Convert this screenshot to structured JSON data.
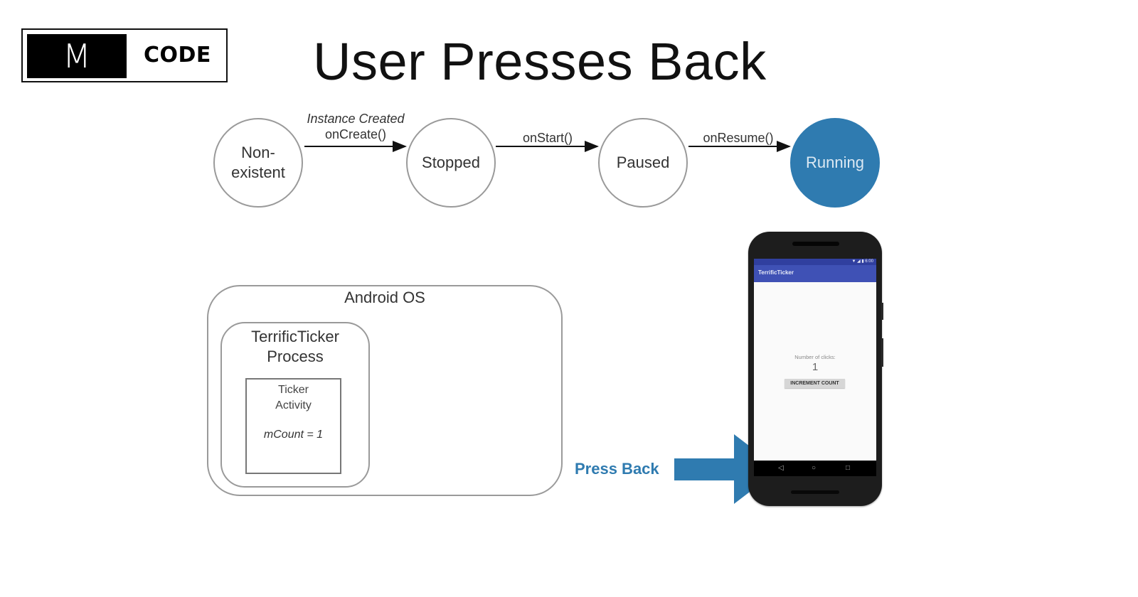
{
  "logo": {
    "letter": "M",
    "text": "CODE"
  },
  "title": "User Presses Back",
  "lifecycle": {
    "states": [
      {
        "id": "non-existent",
        "label_line1": "Non-",
        "label_line2": "existent",
        "active": false
      },
      {
        "id": "stopped",
        "label": "Stopped",
        "active": false
      },
      {
        "id": "paused",
        "label": "Paused",
        "active": false
      },
      {
        "id": "running",
        "label": "Running",
        "active": true
      }
    ],
    "transitions": [
      {
        "from": "non-existent",
        "to": "stopped",
        "note": "Instance Created",
        "label": "onCreate()"
      },
      {
        "from": "stopped",
        "to": "paused",
        "label": "onStart()"
      },
      {
        "from": "paused",
        "to": "running",
        "label": "onResume()"
      }
    ],
    "active_color": "#2f7bb0"
  },
  "android_os": {
    "label": "Android OS",
    "process": {
      "label_line1": "TerrificTicker",
      "label_line2": "Process",
      "activity": {
        "label_line1": "Ticker",
        "label_line2": "Activity",
        "variable": "mCount = 1"
      }
    }
  },
  "action": {
    "label": "Press Back",
    "color": "#2f7bb0",
    "arrow_icon": "right-arrow-icon"
  },
  "phone": {
    "app_title": "TerrificTicker",
    "status_icons": "▼ ◢ ▮ 6:00",
    "clicks_label": "Number of clicks:",
    "clicks_value": "1",
    "button_label": "INCREMENT COUNT",
    "nav": {
      "back": "◁",
      "home": "○",
      "recents": "□"
    }
  }
}
